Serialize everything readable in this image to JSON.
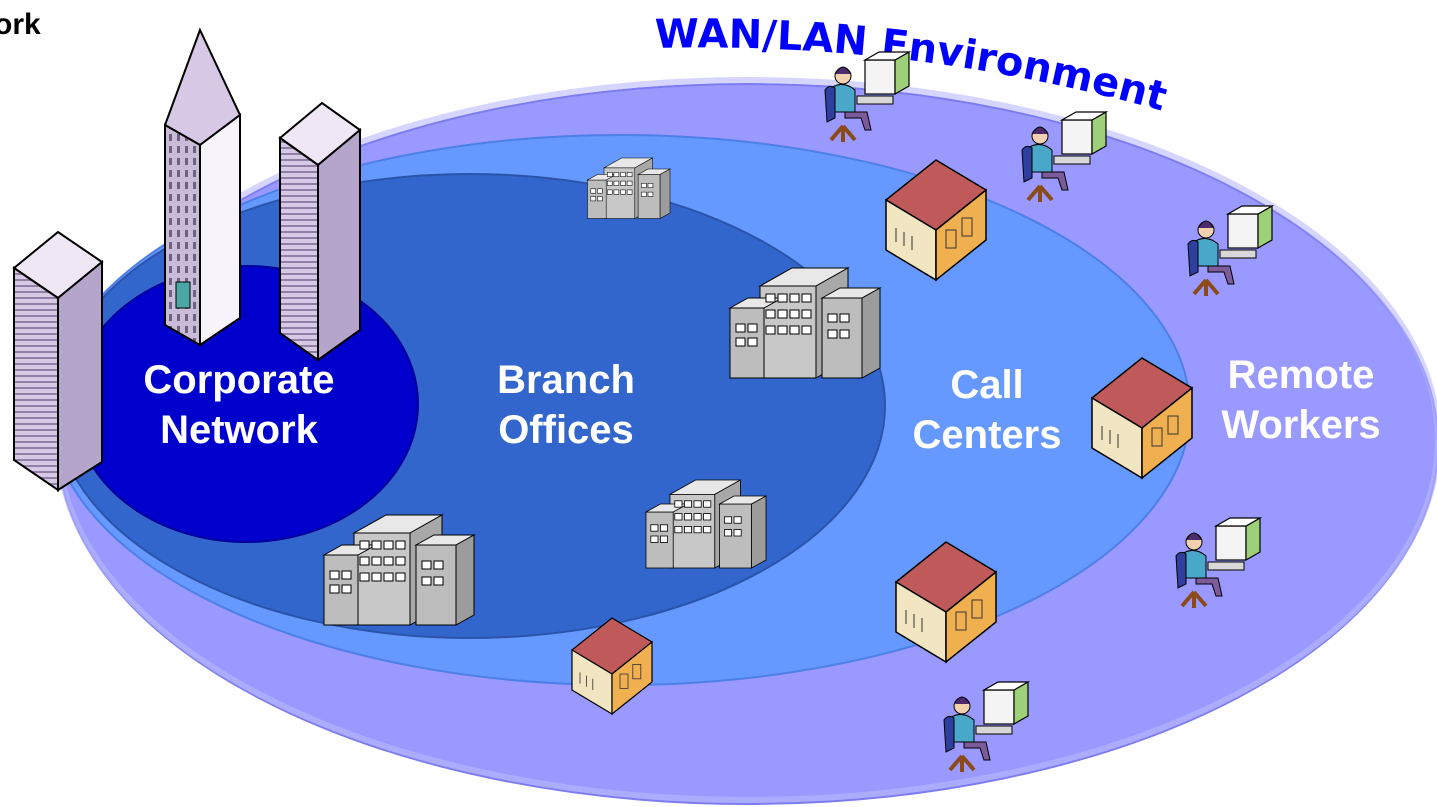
{
  "header": {
    "partial_title": "ork"
  },
  "diagram": {
    "arc_title": "WAN/LAN Environment",
    "zones": [
      {
        "id": "corporate",
        "line1": "Corporate",
        "line2": "Network"
      },
      {
        "id": "branch",
        "line1": "Branch",
        "line2": "Offices"
      },
      {
        "id": "callcenter",
        "line1": "Call",
        "line2": "Centers"
      },
      {
        "id": "remote",
        "line1": "Remote",
        "line2": "Workers"
      }
    ],
    "icons": {
      "corporate": "skyscraper-icon",
      "branch": "office-building-icon",
      "callcenter": "house-icon",
      "remote": "workstation-user-icon"
    }
  },
  "colors": {
    "outer_ellipse": "#9999ff",
    "middle_ellipse": "#6699ff",
    "inner_ellipse": "#3366cc",
    "core_ellipse": "#0000cc",
    "arc_title": "#0000ff"
  }
}
